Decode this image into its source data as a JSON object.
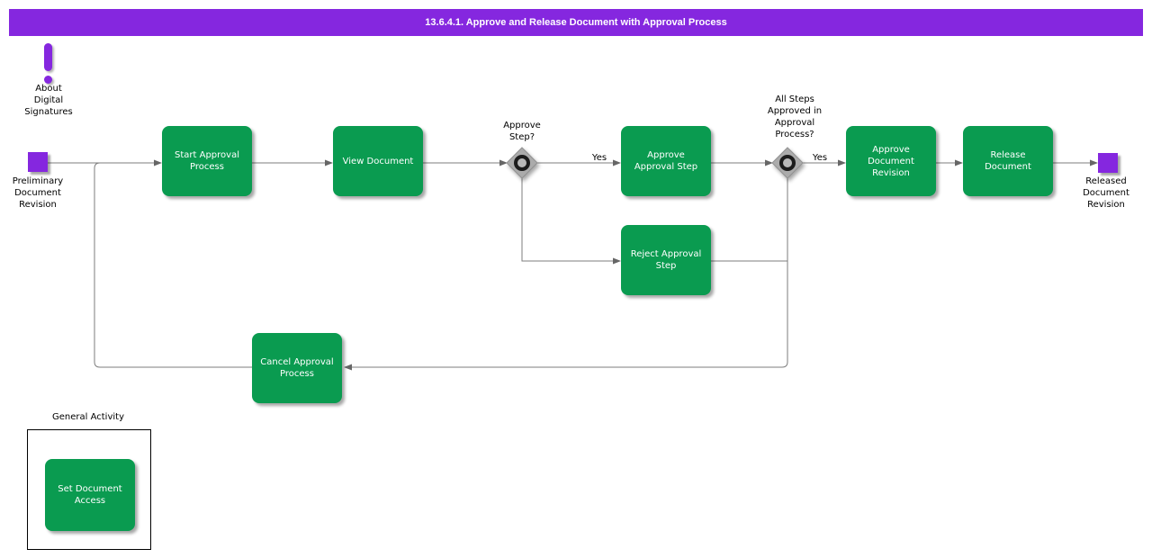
{
  "diagram": {
    "title": "13.6.4.1. Approve and Release Document with Approval Process",
    "colors": {
      "title_bar_bg": "#8527DF",
      "task_green": "#0A9B50",
      "event_purple": "#8527DF",
      "connector_gray": "#7D7D7D",
      "gateway_gray": "#ABABAB"
    },
    "nodes": {
      "about_note": {
        "label": "About\nDigital\nSignatures"
      },
      "preliminary_event": {
        "label": "Preliminary\nDocument\nRevision"
      },
      "start_approval": {
        "label": "Start Approval\nProcess"
      },
      "view_document": {
        "label": "View Document"
      },
      "gateway_approve_step": {
        "label": "Approve\nStep?"
      },
      "approve_approval_step": {
        "label": "Approve\nApproval Step"
      },
      "gateway_all_steps": {
        "label": "All Steps\nApproved in\nApproval\nProcess?"
      },
      "approve_document_revision": {
        "label": "Approve\nDocument\nRevision"
      },
      "release_document": {
        "label": "Release\nDocument"
      },
      "released_event": {
        "label": "Released\nDocument\nRevision"
      },
      "reject_approval_step": {
        "label": "Reject Approval\nStep"
      },
      "cancel_approval_process": {
        "label": "Cancel Approval\nProcess"
      },
      "set_document_access": {
        "label": "Set Document\nAccess"
      }
    },
    "edge_labels": {
      "yes_approve_step": "Yes",
      "yes_all_steps": "Yes"
    },
    "groups": {
      "general_activity": {
        "label": "General Activity"
      }
    }
  }
}
